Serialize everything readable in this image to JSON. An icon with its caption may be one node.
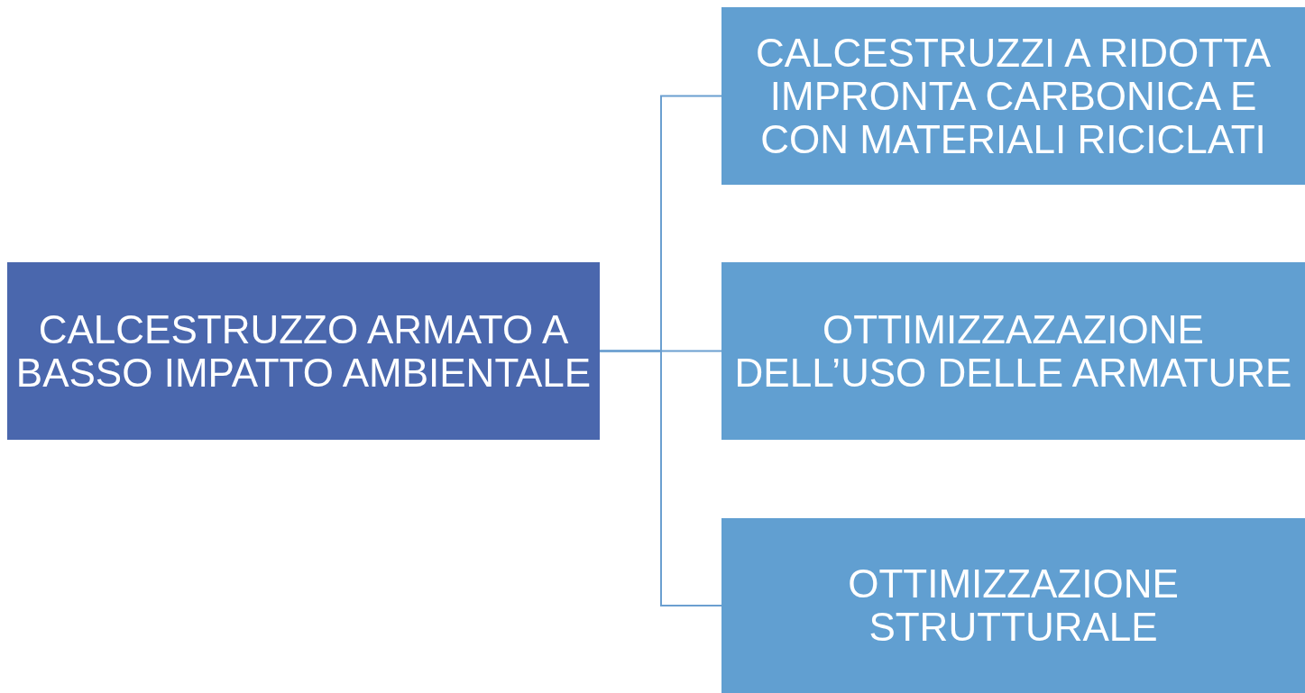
{
  "diagram": {
    "nodes": [
      {
        "text": [
          "CALCESTRUZZO ARMATO A BASSO IMPATTO AMBIENTALE"
        ]
      },
      {
        "text": [
          "CALCESTRUZZI A RIDOTTA IMPRONTA CARBONICA E CON MATERIALI RICICLATI"
        ]
      },
      {
        "text": [
          "OTTIMIZZAZAZIONE DELL’USO DELLE ARMATURE"
        ]
      },
      {
        "text": [
          "OTTIMIZZAZIONE STRUTTURALE"
        ]
      }
    ],
    "edges": [
      {
        "from": 0,
        "to": 1,
        "arrow": "none"
      },
      {
        "from": 0,
        "to": 2,
        "arrow": "none"
      },
      {
        "from": 0,
        "to": 3,
        "arrow": "none"
      }
    ]
  }
}
